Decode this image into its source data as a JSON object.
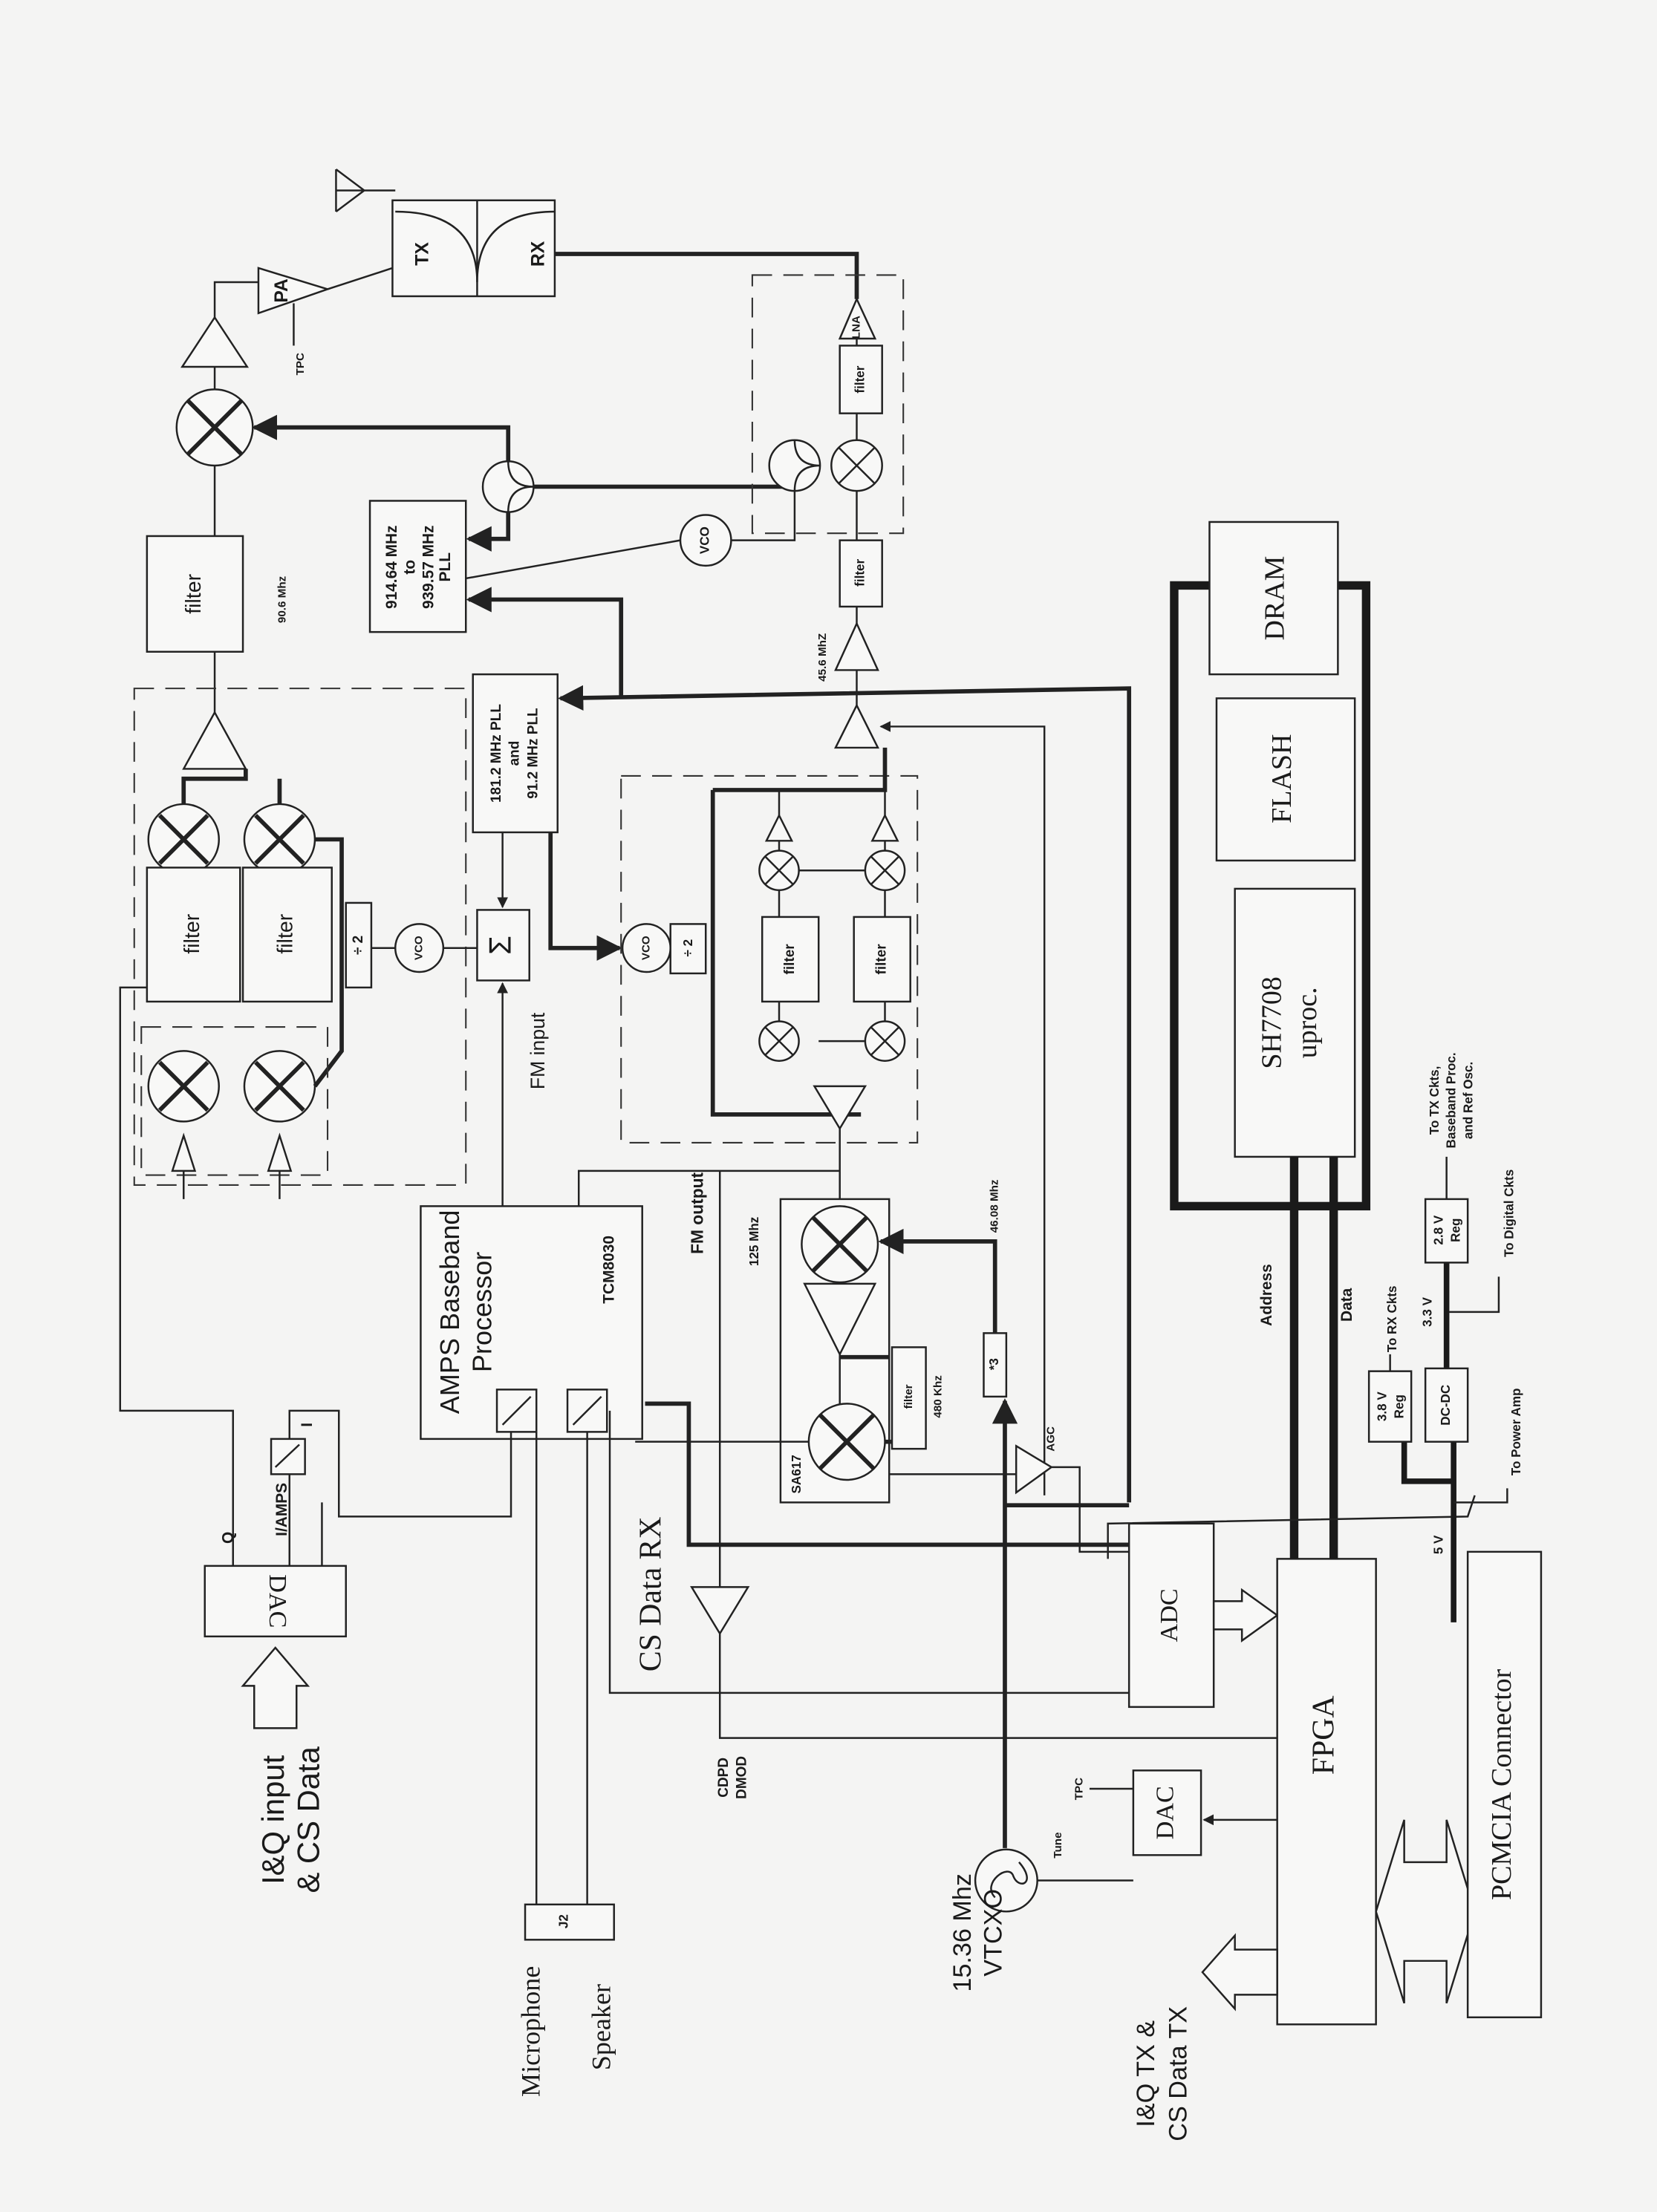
{
  "diagram": {
    "rf": {
      "tx": "TX",
      "rx": "RX",
      "pa": "PA",
      "tpc_top": "TPC",
      "lna": "LNA",
      "filter": "filter",
      "freq_tx_if": "90.6 Mhz",
      "freq_rx_if": "45.6 MhZ",
      "pll_main": [
        "914.64 MHz",
        "to",
        "939.57 MHz",
        "PLL"
      ],
      "pll_if": [
        "181.2 MHz PLL",
        "and",
        "91.2 MHz PLL"
      ],
      "vco": "VCO",
      "div2": "÷ 2",
      "sum": "Σ"
    },
    "baseband": {
      "amps_title": [
        "AMPS Baseband",
        "Processor"
      ],
      "tcm": "TCM8030",
      "fm_input": "FM input",
      "fm_output": "FM output",
      "sa617": "SA617",
      "freq_125": "125 Mhz",
      "freq_4608": "46.08 Mhz",
      "filter_480": "480 Khz",
      "mult3": "*3",
      "agc": "AGC",
      "cs_data_rx": "CS Data RX",
      "cdpd": [
        "CDPD",
        "DMOD"
      ]
    },
    "tx_input": {
      "dac": "DAC",
      "i_amps": "I/AMPS",
      "q": "Q",
      "i": "I",
      "label": [
        "I&Q input",
        "& CS Data"
      ]
    },
    "audio": {
      "j2": "J2",
      "microphone": "Microphone",
      "speaker": "Speaker"
    },
    "osc": {
      "label": [
        "15.36 Mhz",
        "VTCXO"
      ],
      "tune": "Tune",
      "tpc": "TPC",
      "dac": "DAC"
    },
    "digital": {
      "adc": "ADC",
      "fpga": "FPGA",
      "pcmcia": "PCMCIA Connector",
      "cpu": [
        "SH7708",
        "uproc."
      ],
      "flash": "FLASH",
      "dram": "DRAM",
      "address": "Address",
      "data": "Data",
      "iq_tx": [
        "I&Q TX &",
        "CS Data TX"
      ]
    },
    "power": {
      "reg38": [
        "3.8 V",
        "Reg"
      ],
      "dcdc": "DC-DC",
      "reg28": [
        "2.8 V",
        "Reg"
      ],
      "v5": "5 V",
      "v33": "3.3 V",
      "to_rx": "To RX Ckts",
      "to_digital": "To Digital Ckts",
      "to_pa": "To Power Amp",
      "to_tx": [
        "To TX Ckts,",
        "Baseband Proc.",
        "and Ref Osc."
      ]
    }
  }
}
